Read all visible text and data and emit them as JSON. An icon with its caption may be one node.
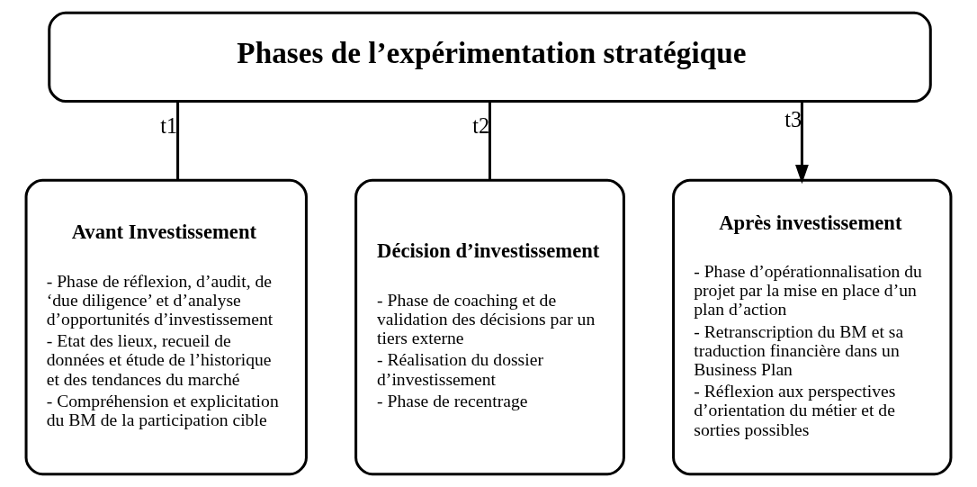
{
  "diagram": {
    "nodes": [
      {
        "text": [
          "Phases de l’expérimentation stratégique"
        ]
      },
      {
        "text": [
          "Avant Investissement",
          "- Phase de réflexion, d’audit, de ‘due diligence’ et d’analyse d’opportunités d’investissement",
          "- Etat des lieux, recueil de données et étude de l’historique et des tendances du marché",
          "- Compréhension et explicitation du BM de la participation cible"
        ]
      },
      {
        "text": [
          "Décision d’investissement",
          "- Phase de coaching et de validation des décisions par un tiers externe",
          "- Réalisation du dossier d’investissement",
          "- Phase de recentrage"
        ]
      },
      {
        "text": [
          "Après investissement",
          "- Phase d’opérationnalisation du projet par la mise en place d’un plan d’action",
          "- Retranscription du BM et sa traduction financière dans un Business Plan",
          "- Réflexion aux perspectives d’orientation du métier et de sorties possibles"
        ]
      }
    ],
    "edges": [
      {
        "from": 0,
        "to": 1,
        "arrow": "none",
        "label": "t1"
      },
      {
        "from": 0,
        "to": 2,
        "arrow": "none",
        "label": "t2"
      },
      {
        "from": 0,
        "to": 3,
        "arrow": "to",
        "label": "t3"
      }
    ]
  }
}
